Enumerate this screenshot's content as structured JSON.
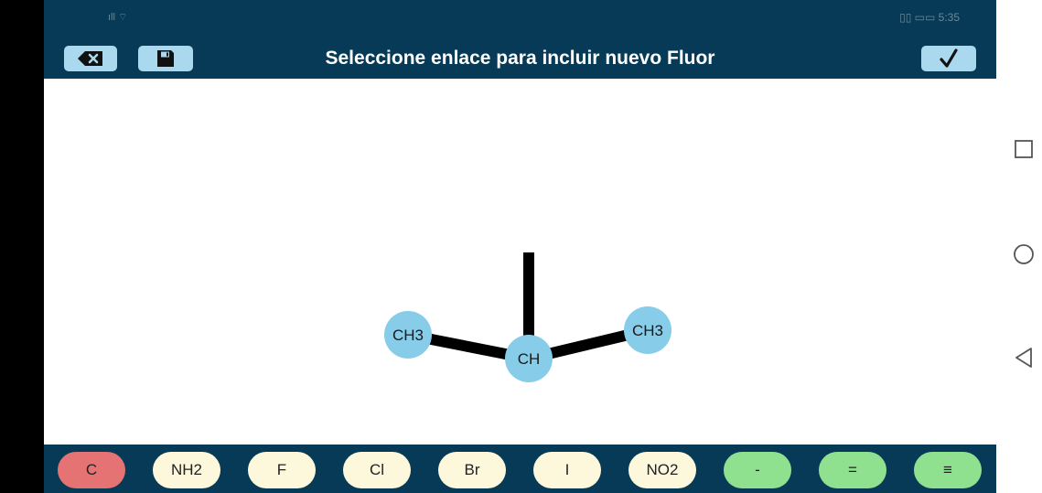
{
  "status_bar": {
    "signal": "ıll ⌔",
    "right": "▯▯ ▭▭ 5:35"
  },
  "header": {
    "title": "Seleccione enlace para incluir nuevo Fluor"
  },
  "colors": {
    "header_bg": "#063a57",
    "button_bg": "#a9d8ef",
    "atom_fill": "#87cde9",
    "carbon": "#e57373",
    "substituent": "#fdf7dc",
    "bond_btn": "#8fe08f"
  },
  "molecule": {
    "atoms": [
      {
        "label": "CH3"
      },
      {
        "label": "CH"
      },
      {
        "label": "CH3"
      }
    ]
  },
  "toolbar": {
    "buttons": [
      {
        "label": "C",
        "kind": "carbon"
      },
      {
        "label": "NH2",
        "kind": "substituent"
      },
      {
        "label": "F",
        "kind": "substituent"
      },
      {
        "label": "Cl",
        "kind": "substituent"
      },
      {
        "label": "Br",
        "kind": "substituent"
      },
      {
        "label": "I",
        "kind": "substituent"
      },
      {
        "label": "NO2",
        "kind": "substituent"
      },
      {
        "label": "-",
        "kind": "bond"
      },
      {
        "label": "=",
        "kind": "bond"
      },
      {
        "label": "≡",
        "kind": "bond"
      }
    ]
  }
}
